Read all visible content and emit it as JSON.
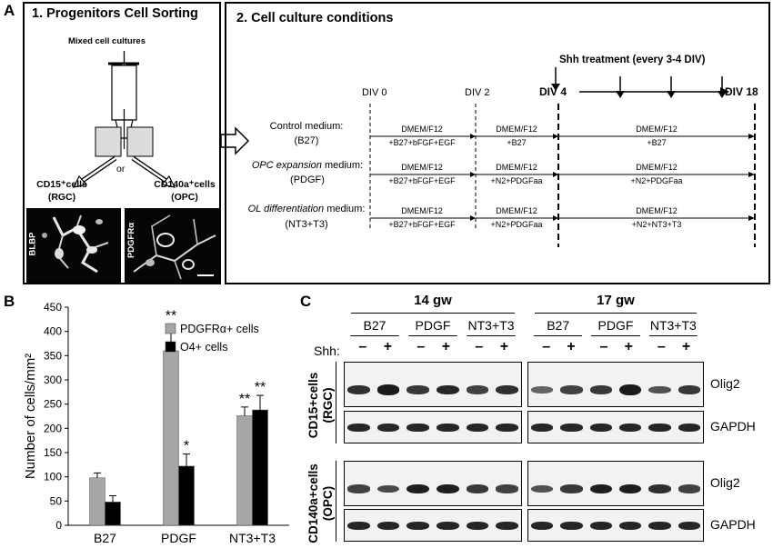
{
  "panel_a": {
    "letter": "A",
    "sorting": {
      "title": "1. Progenitors  Cell Sorting",
      "mixed": "Mixed cell cultures",
      "or": "or",
      "cd15_line1": "CD15⁺cells",
      "cd15_line2": "(RGC)",
      "cd140_line1": "CD140a⁺cells",
      "cd140_line2": "(OPC)",
      "micro_left_label": "BLBP",
      "micro_right_label": "PDGFRα"
    },
    "culture": {
      "title": "2. Cell culture  conditions",
      "shh": "Shh treatment (every 3-4 DIV)",
      "div0": "DIV 0",
      "div2": "DIV 2",
      "div4": "DIV 4",
      "div18": "DIV 18",
      "rows": [
        {
          "label1": "Control medium:",
          "label2": "(B27)",
          "italic": "",
          "s1a": "DMEM/F12",
          "s1b": "+B27+bFGF+EGF",
          "s2a": "DMEM/F12",
          "s2b": "+B27",
          "s3a": "DMEM/F12",
          "s3b": "+B27"
        },
        {
          "label1": " medium:",
          "label2": "(PDGF)",
          "italic": "OPC expansion",
          "s1a": "DMEM/F12",
          "s1b": "+B27+bFGF+EGF",
          "s2a": "DMEM/F12",
          "s2b": "+N2+PDGFaa",
          "s3a": "DMEM/F12",
          "s3b": "+N2+PDGFaa"
        },
        {
          "label1": "  medium:",
          "label2": "(NT3+T3)",
          "italic": "OL differentiation",
          "s1a": "DMEM/F12",
          "s1b": "+B27+bFGF+EGF",
          "s2a": "DMEM/F12",
          "s2b": "+N2+PDGFaa",
          "s3a": "DMEM/F12",
          "s3b": "+N2+NT3+T3"
        }
      ]
    }
  },
  "panel_b": {
    "letter": "B",
    "ylabel": "Number of cells/mm²",
    "colors": {
      "pdgfr": "#a6a6a6",
      "o4": "#000000"
    },
    "chart_data": {
      "type": "bar",
      "categories": [
        "B27",
        "PDGF",
        "NT3+T3"
      ],
      "series": [
        {
          "name": "PDGFRα+ cells",
          "values": [
            98,
            360,
            226
          ],
          "errors": [
            10,
            55,
            18
          ],
          "sig": [
            "",
            "**",
            "**"
          ]
        },
        {
          "name": "O4+ cells",
          "values": [
            48,
            122,
            238
          ],
          "errors": [
            13,
            25,
            30
          ],
          "sig": [
            "",
            "*",
            "**"
          ]
        }
      ],
      "ylim": [
        0,
        450
      ],
      "yticks": [
        0,
        50,
        100,
        150,
        200,
        250,
        300,
        350,
        400,
        450
      ]
    }
  },
  "panel_c": {
    "letter": "C",
    "groups": [
      "14 gw",
      "17 gw"
    ],
    "conditions": [
      "B27",
      "PDGF",
      "NT3+T3"
    ],
    "shh_label": "Shh:",
    "minus": "–",
    "plus": "+",
    "row_labels": {
      "cd15_1": "CD15+cells",
      "cd15_2": "(RGC)",
      "cd140_1": "CD140a+cells",
      "cd140_2": "(OPC)"
    },
    "proteins": {
      "olig2": "Olig2",
      "gapdh": "GAPDH"
    }
  }
}
